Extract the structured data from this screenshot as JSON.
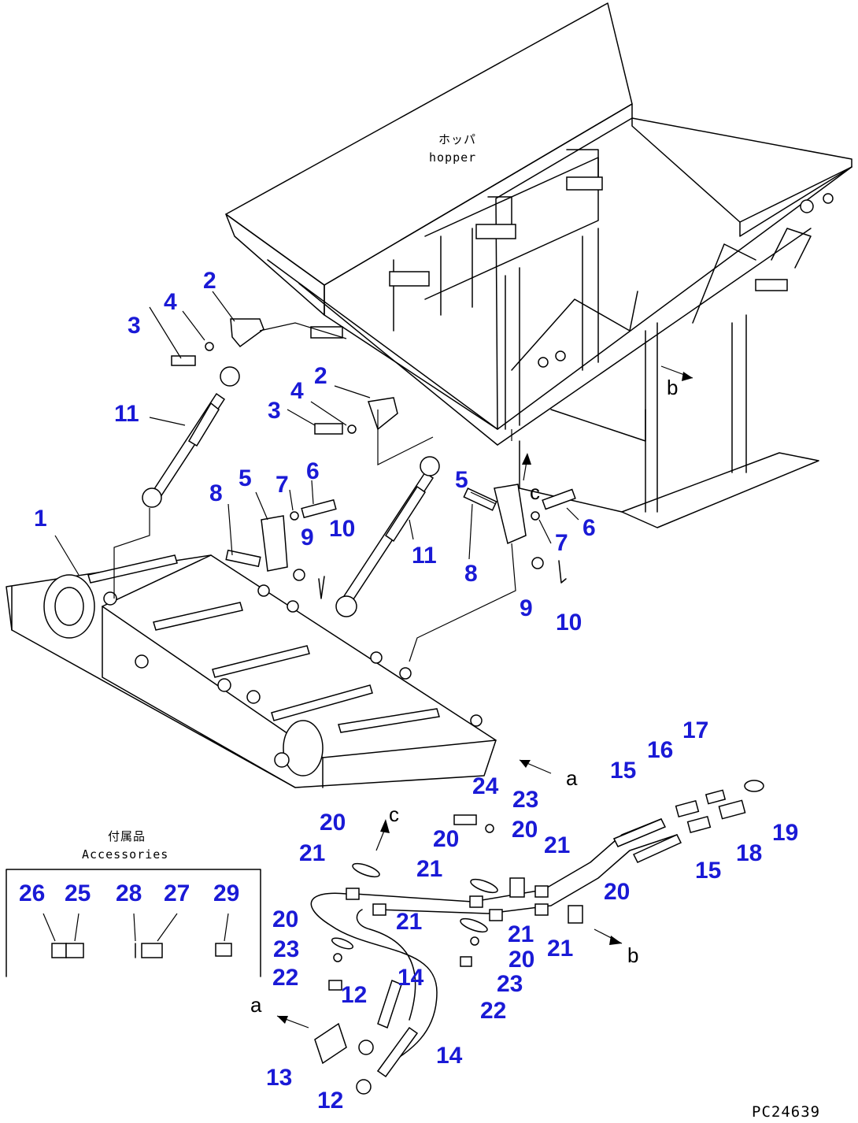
{
  "labels": {
    "hopper_jp": "ホッパ",
    "hopper_en": "hopper",
    "accessories_jp": "付属品",
    "accessories_en": "Accessories",
    "doc_id": "PC24639",
    "ref_a": "a",
    "ref_b": "b",
    "ref_c": "c"
  },
  "callouts": [
    {
      "id": "c1",
      "text": "1"
    },
    {
      "id": "c2a",
      "text": "2"
    },
    {
      "id": "c2b",
      "text": "2"
    },
    {
      "id": "c3a",
      "text": "3"
    },
    {
      "id": "c3b",
      "text": "3"
    },
    {
      "id": "c4a",
      "text": "4"
    },
    {
      "id": "c4b",
      "text": "4"
    },
    {
      "id": "c5a",
      "text": "5"
    },
    {
      "id": "c5b",
      "text": "5"
    },
    {
      "id": "c6a",
      "text": "6"
    },
    {
      "id": "c6b",
      "text": "6"
    },
    {
      "id": "c7a",
      "text": "7"
    },
    {
      "id": "c7b",
      "text": "7"
    },
    {
      "id": "c8a",
      "text": "8"
    },
    {
      "id": "c8b",
      "text": "8"
    },
    {
      "id": "c9a",
      "text": "9"
    },
    {
      "id": "c9b",
      "text": "9"
    },
    {
      "id": "c10a",
      "text": "10"
    },
    {
      "id": "c10b",
      "text": "10"
    },
    {
      "id": "c11a",
      "text": "11"
    },
    {
      "id": "c11b",
      "text": "11"
    },
    {
      "id": "c12a",
      "text": "12"
    },
    {
      "id": "c12b",
      "text": "12"
    },
    {
      "id": "c13",
      "text": "13"
    },
    {
      "id": "c14a",
      "text": "14"
    },
    {
      "id": "c14b",
      "text": "14"
    },
    {
      "id": "c15a",
      "text": "15"
    },
    {
      "id": "c15b",
      "text": "15"
    },
    {
      "id": "c16",
      "text": "16"
    },
    {
      "id": "c17",
      "text": "17"
    },
    {
      "id": "c18",
      "text": "18"
    },
    {
      "id": "c19",
      "text": "19"
    },
    {
      "id": "c20a",
      "text": "20"
    },
    {
      "id": "c20b",
      "text": "20"
    },
    {
      "id": "c20c",
      "text": "20"
    },
    {
      "id": "c20d",
      "text": "20"
    },
    {
      "id": "c20e",
      "text": "20"
    },
    {
      "id": "c20f",
      "text": "20"
    },
    {
      "id": "c21a",
      "text": "21"
    },
    {
      "id": "c21b",
      "text": "21"
    },
    {
      "id": "c21c",
      "text": "21"
    },
    {
      "id": "c21d",
      "text": "21"
    },
    {
      "id": "c21e",
      "text": "21"
    },
    {
      "id": "c21f",
      "text": "21"
    },
    {
      "id": "c22a",
      "text": "22"
    },
    {
      "id": "c22b",
      "text": "22"
    },
    {
      "id": "c23a",
      "text": "23"
    },
    {
      "id": "c23b",
      "text": "23"
    },
    {
      "id": "c23c",
      "text": "23"
    },
    {
      "id": "c24",
      "text": "24"
    },
    {
      "id": "c25",
      "text": "25"
    },
    {
      "id": "c26",
      "text": "26"
    },
    {
      "id": "c27",
      "text": "27"
    },
    {
      "id": "c28",
      "text": "28"
    },
    {
      "id": "c29",
      "text": "29"
    }
  ]
}
